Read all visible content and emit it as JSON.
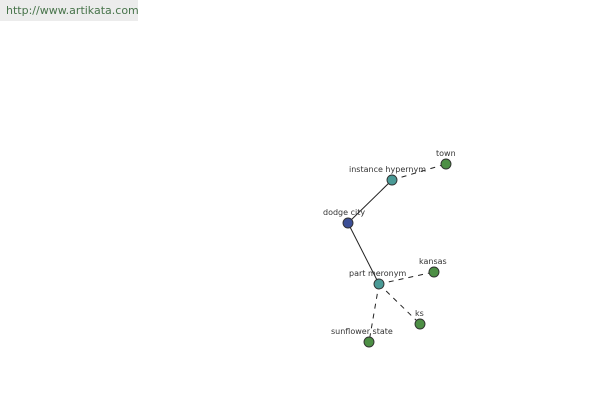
{
  "source": {
    "url_text": "http://www.artikata.com"
  },
  "graph": {
    "colors": {
      "center_node": "#3c4f96",
      "relation_node": "#4a9a96",
      "leaf_node": "#4d8f45",
      "edge": "#222222",
      "banner_background": "#ececec",
      "link_text": "#48744b"
    },
    "nodes": {
      "dodge_city": {
        "label": "dodge city",
        "kind": "center"
      },
      "instance_hypernym": {
        "label": "instance hypernym",
        "kind": "relation"
      },
      "town": {
        "label": "town",
        "kind": "leaf"
      },
      "part_meronym": {
        "label": "part meronym",
        "kind": "relation"
      },
      "kansas": {
        "label": "kansas",
        "kind": "leaf"
      },
      "ks": {
        "label": "ks",
        "kind": "leaf"
      },
      "sunflower_state": {
        "label": "sunflower state",
        "kind": "leaf"
      }
    },
    "edges": [
      {
        "from": "dodge_city",
        "to": "instance_hypernym",
        "style": "solid"
      },
      {
        "from": "instance_hypernym",
        "to": "town",
        "style": "dashed"
      },
      {
        "from": "dodge_city",
        "to": "part_meronym",
        "style": "solid"
      },
      {
        "from": "part_meronym",
        "to": "kansas",
        "style": "dashed"
      },
      {
        "from": "part_meronym",
        "to": "ks",
        "style": "dashed"
      },
      {
        "from": "part_meronym",
        "to": "sunflower_state",
        "style": "dashed"
      }
    ]
  }
}
